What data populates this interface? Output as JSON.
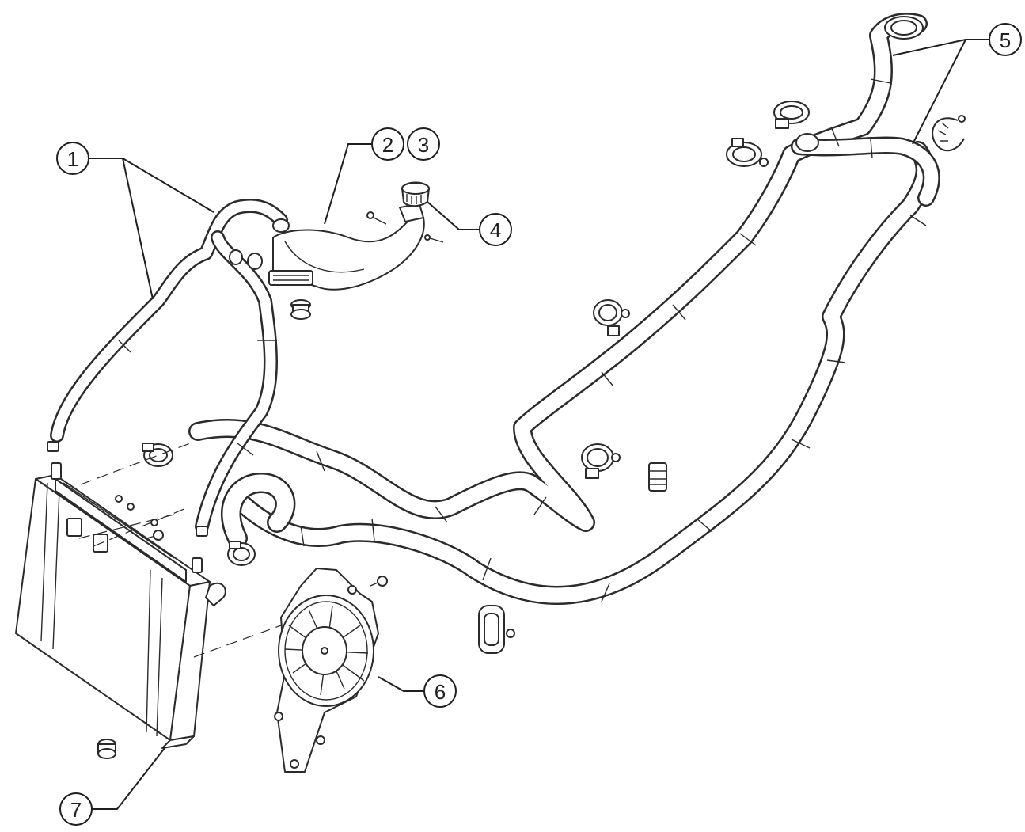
{
  "callouts": [
    {
      "id": "1",
      "label": "1"
    },
    {
      "id": "2",
      "label": "2"
    },
    {
      "id": "3",
      "label": "3"
    },
    {
      "id": "4",
      "label": "4"
    },
    {
      "id": "5",
      "label": "5"
    },
    {
      "id": "6",
      "label": "6"
    },
    {
      "id": "7",
      "label": "7"
    }
  ],
  "colors": {
    "line": "#2b2b2b",
    "background": "#ffffff"
  }
}
